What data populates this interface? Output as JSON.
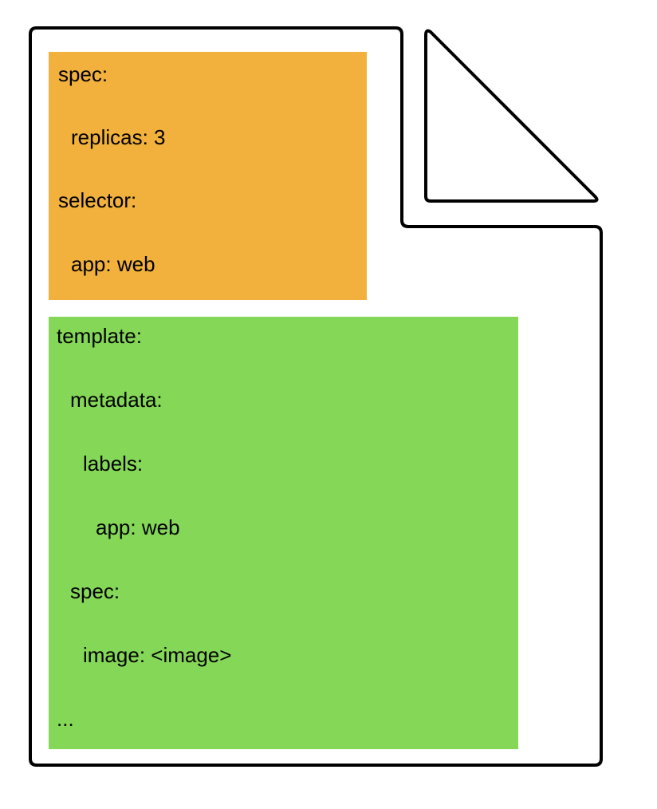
{
  "colors": {
    "outline": "#000000",
    "background": "#ffffff",
    "spec_block": "#F1B13C",
    "template_block": "#85D757"
  },
  "spec_block": {
    "lines": [
      {
        "text": "spec:",
        "indent": 0
      },
      {
        "text": "replicas: 3",
        "indent": 1
      },
      {
        "text": "selector:",
        "indent": 0
      },
      {
        "text": "app: web",
        "indent": 1
      }
    ]
  },
  "template_block": {
    "lines": [
      {
        "text": "template:",
        "indent": 0
      },
      {
        "text": "metadata:",
        "indent": 1
      },
      {
        "text": "labels:",
        "indent": 2
      },
      {
        "text": "app: web",
        "indent": 3
      },
      {
        "text": "spec:",
        "indent": 1
      },
      {
        "text": "image: <image>",
        "indent": 2
      },
      {
        "text": "...",
        "indent": 0
      }
    ]
  }
}
